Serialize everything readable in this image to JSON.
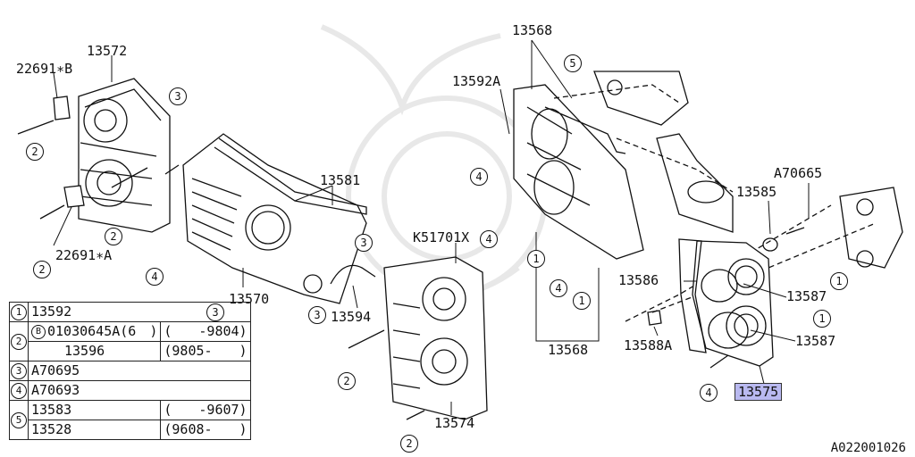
{
  "part_labels": [
    {
      "id": "p13572",
      "text": "13572"
    },
    {
      "id": "p22691b",
      "text": "22691∗B"
    },
    {
      "id": "p22691a",
      "text": "22691∗A"
    },
    {
      "id": "p13581",
      "text": "13581"
    },
    {
      "id": "p13570",
      "text": "13570"
    },
    {
      "id": "p13594",
      "text": "13594"
    },
    {
      "id": "pk51701x",
      "text": "K51701X"
    },
    {
      "id": "p13574",
      "text": "13574"
    },
    {
      "id": "p13568top",
      "text": "13568"
    },
    {
      "id": "p13592a",
      "text": "13592A"
    },
    {
      "id": "p13568bot",
      "text": "13568"
    },
    {
      "id": "pa70665",
      "text": "A70665"
    },
    {
      "id": "p13585",
      "text": "13585"
    },
    {
      "id": "p13586",
      "text": "13586"
    },
    {
      "id": "p13587a",
      "text": "13587"
    },
    {
      "id": "p13587b",
      "text": "13587"
    },
    {
      "id": "p13588a",
      "text": "13588A"
    },
    {
      "id": "p13575",
      "text": "13575"
    }
  ],
  "callouts": [
    {
      "id": "c1",
      "n": "2"
    },
    {
      "id": "c2",
      "n": "2"
    },
    {
      "id": "c3",
      "n": "2"
    },
    {
      "id": "c4",
      "n": "3"
    },
    {
      "id": "c5",
      "n": "3"
    },
    {
      "id": "c6",
      "n": "3"
    },
    {
      "id": "c7",
      "n": "4"
    },
    {
      "id": "c8",
      "n": "3"
    },
    {
      "id": "c9",
      "n": "2"
    },
    {
      "id": "c10",
      "n": "2"
    },
    {
      "id": "c11",
      "n": "5"
    },
    {
      "id": "c12",
      "n": "4"
    },
    {
      "id": "c13",
      "n": "4"
    },
    {
      "id": "c14",
      "n": "1"
    },
    {
      "id": "c15",
      "n": "4"
    },
    {
      "id": "c16",
      "n": "1"
    },
    {
      "id": "c17",
      "n": "1"
    },
    {
      "id": "c18",
      "n": "1"
    },
    {
      "id": "c19",
      "n": "4"
    }
  ],
  "legend": {
    "r1": {
      "num": "1",
      "part": "13592"
    },
    "r2": {
      "num": "2",
      "bolt_mark": "B",
      "part_a": "01030645A(6　)",
      "range_a": "(　　-9804)",
      "part_b": "13596",
      "range_b": "(9805-　　)"
    },
    "r3": {
      "num": "3",
      "part": "A70695"
    },
    "r4": {
      "num": "4",
      "part": "A70693"
    },
    "r5": {
      "num": "5",
      "part_a": "13583",
      "range_a": "(　　-9607)",
      "part_b": "13528",
      "range_b": "(9608-　　)"
    }
  },
  "diagram_code": "A022001026",
  "highlight_color": "#b9b9f0"
}
